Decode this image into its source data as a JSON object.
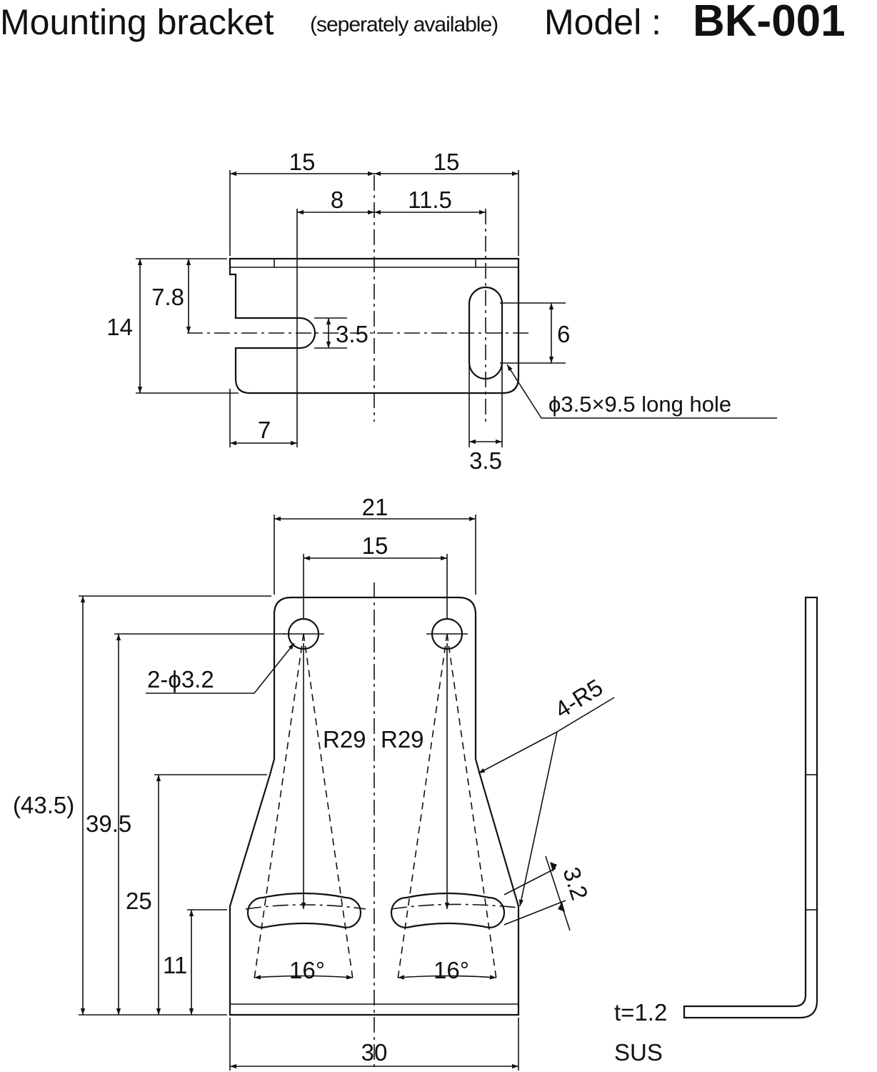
{
  "title": {
    "main": "Mounting bracket",
    "note": "(seperately available)",
    "model_label": "Model :",
    "model_code": "BK-001"
  },
  "top_view": {
    "dim_left_15": "15",
    "dim_right_15": "15",
    "dim_8": "8",
    "dim_11_5": "11.5",
    "dim_14": "14",
    "dim_7_8": "7.8",
    "dim_slot_3_5": "3.5",
    "dim_6": "6",
    "dim_7": "7",
    "dim_hole_3_5": "3.5",
    "long_hole_note": "ϕ3.5×9.5 long hole"
  },
  "front_view": {
    "dim_21": "21",
    "dim_15": "15",
    "dim_43_5": "(43.5)",
    "dim_39_5": "39.5",
    "dim_25": "25",
    "dim_11": "11",
    "dim_30": "30",
    "hole_note": "2-ϕ3.2",
    "radius_left": "R29",
    "radius_right": "R29",
    "corner_radius": "4-R5",
    "slot_width": "3.2",
    "angle_left": "16°",
    "angle_right": "16°"
  },
  "side_view": {
    "thickness": "t=1.2",
    "material": "SUS"
  }
}
